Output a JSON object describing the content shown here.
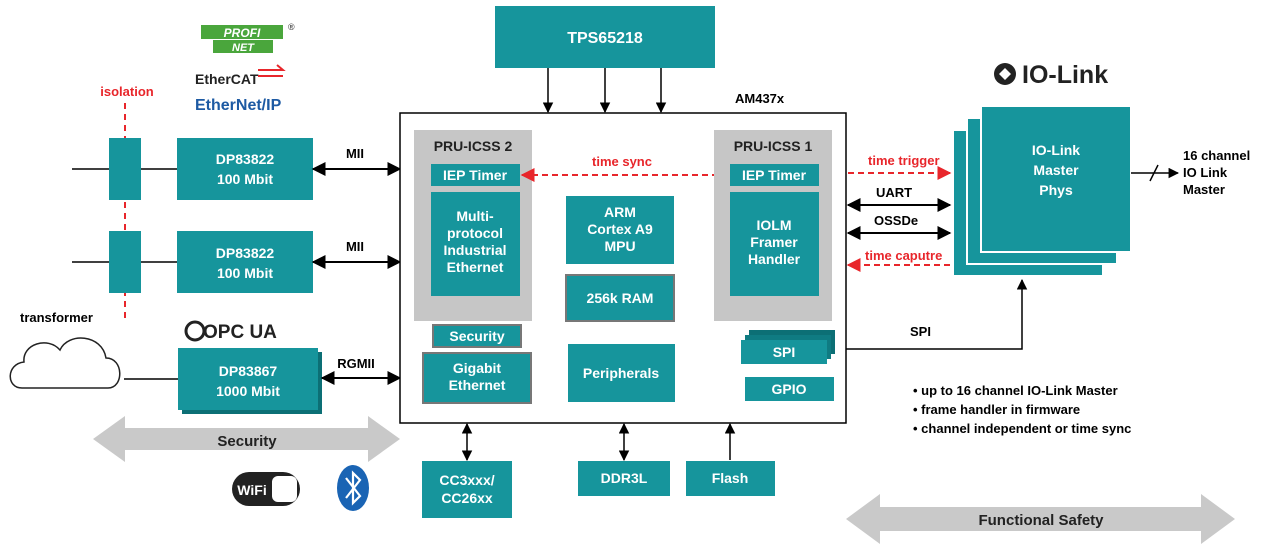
{
  "colors": {
    "teal": "#16959c",
    "teal_dark": "#0c6f75",
    "gray_box": "#c6c6c6",
    "red": "#e8262b",
    "arrow_gray": "#c9c9c9"
  },
  "logos": {
    "profinet": [
      "PROFI",
      "NET"
    ],
    "ethercat": "EtherCAT",
    "ethernetip": "EtherNet/IP",
    "opcua": "OPC UA",
    "iolink": "IO-Link",
    "wifi": "WiFi"
  },
  "power": {
    "tps": "TPS65218"
  },
  "soc": {
    "title": "AM437x",
    "pru2": {
      "title": "PRU-ICSS 2",
      "iep": "IEP Timer",
      "multi": [
        "Multi-",
        "protocol",
        "Industrial",
        "Ethernet"
      ]
    },
    "pru1": {
      "title": "PRU-ICSS 1",
      "iep": "IEP Timer",
      "iolm": [
        "IOLM",
        "Framer",
        "Handler"
      ]
    },
    "time_sync": "time sync",
    "arm": [
      "ARM",
      "Cortex A9",
      "MPU"
    ],
    "ram": "256k RAM",
    "peripherals": "Peripherals",
    "security": "Security",
    "gigabit": [
      "Gigabit",
      "Ethernet"
    ],
    "spi": "SPI",
    "gpio": "GPIO"
  },
  "phys": {
    "phy1": [
      "DP83822",
      "100 Mbit"
    ],
    "phy2": [
      "DP83822",
      "100 Mbit"
    ],
    "phy3": [
      "DP83867",
      "1000 Mbit"
    ]
  },
  "links": {
    "mii1": "MII",
    "mii2": "MII",
    "rgmii": "RGMII"
  },
  "left": {
    "isolation": "isolation",
    "transformer": "transformer",
    "security_band": "Security"
  },
  "bottom": {
    "cc": [
      "CC3xxx/",
      "CC26xx"
    ],
    "ddr": "DDR3L",
    "flash": "Flash"
  },
  "iolink_block": {
    "phys": [
      "IO-Link",
      "Master",
      "Phys"
    ],
    "output": [
      "16 channel",
      "IO Link",
      "Master"
    ],
    "time_trigger": "time trigger",
    "uart": "UART",
    "ossd": "OSSDe",
    "time_capture": "time caputre",
    "spi": "SPI"
  },
  "bullets": [
    "• up to 16 channel IO-Link Master",
    "• frame handler in firmware",
    "• channel independent or time sync"
  ],
  "functional_safety": "Functional Safety"
}
